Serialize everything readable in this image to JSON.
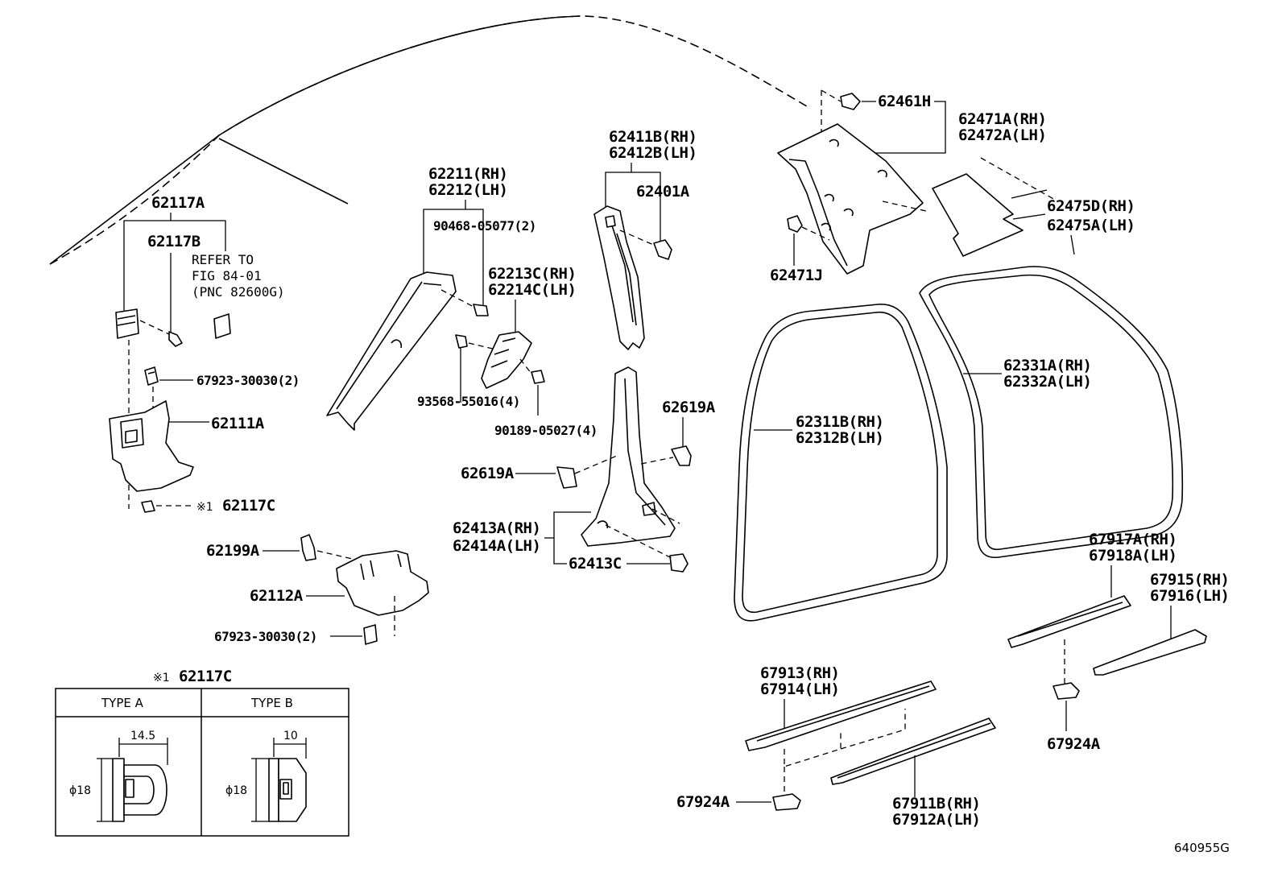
{
  "labels": {
    "l62117A": "62117A",
    "l62117B": "62117B",
    "refer1": "REFER TO",
    "refer2": "FIG 84-01",
    "refer3": "(PNC 82600G)",
    "l67923a": "67923-30030(2)",
    "l62111A": "62111A",
    "l62117C_mark": "※1",
    "l62117C": "62117C",
    "l62199A": "62199A",
    "l62112A": "62112A",
    "l67923b": "67923-30030(2)",
    "l62211": "62211(RH)",
    "l62212": "62212(LH)",
    "l90468": "90468-05077(2)",
    "l62213C": "62213C(RH)",
    "l62214C": "62214C(LH)",
    "l93568": "93568-55016(4)",
    "l90189": "90189-05027(4)",
    "l62411B": "62411B(RH)",
    "l62412B": "62412B(LH)",
    "l62401A": "62401A",
    "l62619A_r": "62619A",
    "l62619A_l": "62619A",
    "l62413A": "62413A(RH)",
    "l62414A": "62414A(LH)",
    "l62413C": "62413C",
    "l62461H": "62461H",
    "l62471A": "62471A(RH)",
    "l62472A": "62472A(LH)",
    "l62475D": "62475D(RH)",
    "l62475A": "62475A(LH)",
    "l62471J": "62471J",
    "l62311B": "62311B(RH)",
    "l62312B": "62312B(LH)",
    "l62331A": "62331A(RH)",
    "l62332A": "62332A(LH)",
    "l67917A": "67917A(RH)",
    "l67918A": "67918A(LH)",
    "l67915": "67915(RH)",
    "l67916": "67916(LH)",
    "l67924A_r": "67924A",
    "l67913": "67913(RH)",
    "l67914": "67914(LH)",
    "l67924A_l": "67924A",
    "l67911B": "67911B(RH)",
    "l67912A": "67912A(LH)"
  },
  "type_table": {
    "mark": "※1",
    "part": "62117C",
    "type_a": "TYPE A",
    "type_b": "TYPE B",
    "dim_a_width": "14.5",
    "dim_b_width": "10",
    "dim_a_dia": "ϕ18",
    "dim_b_dia": "ϕ18"
  },
  "figure_code": "640955G"
}
